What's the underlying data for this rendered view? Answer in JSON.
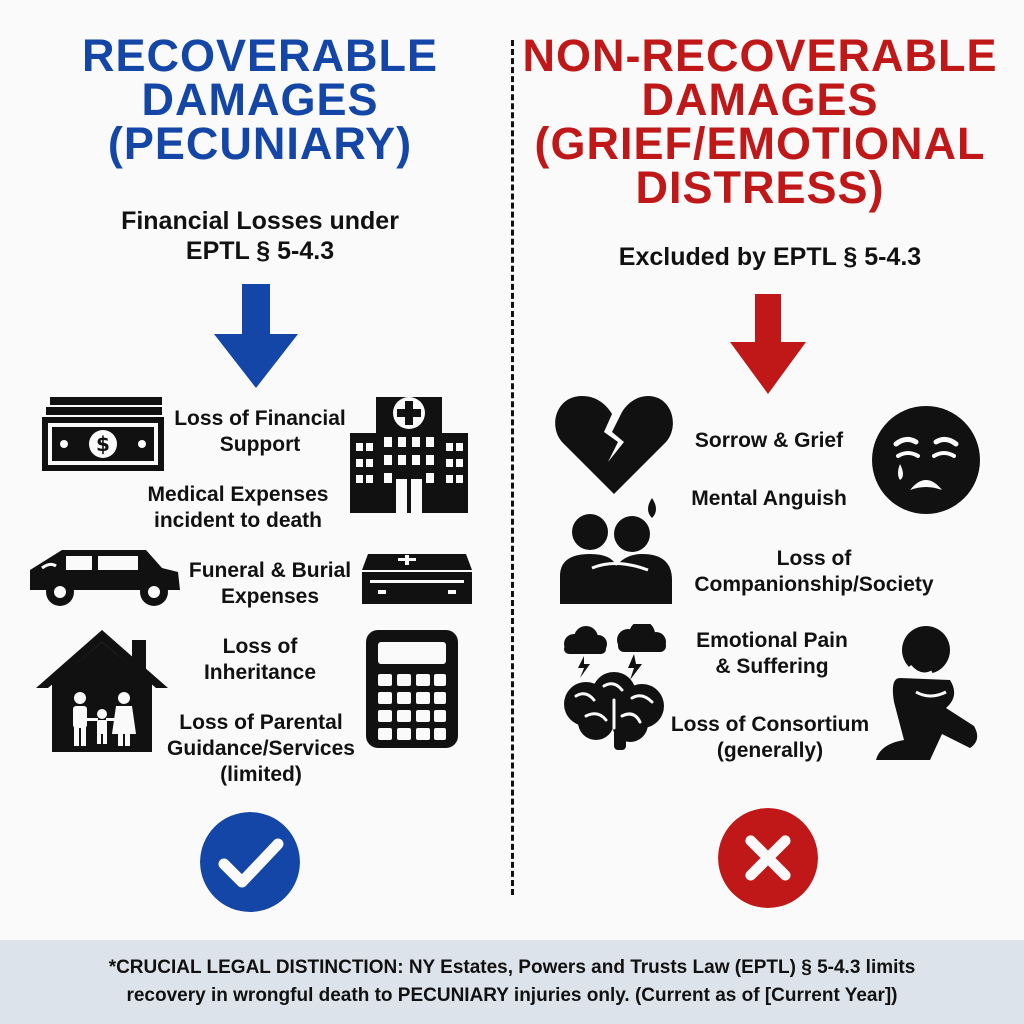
{
  "colors": {
    "recoverable": "#1346a6",
    "non_recoverable": "#c01818",
    "footer_bg": "#dde3ea"
  },
  "left": {
    "title_lines": [
      "RECOVERABLE",
      "DAMAGES",
      "(PECUNIARY)"
    ],
    "subtitle_lines": [
      "Financial Losses under",
      "EPTL § 5-4.3"
    ],
    "items": [
      {
        "lines": [
          "Loss of Financial",
          "Support"
        ],
        "icon": "money-bill-icon"
      },
      {
        "lines": [
          "Medical Expenses",
          "incident to death"
        ],
        "icon": "hospital-icon"
      },
      {
        "lines": [
          "Funeral & Burial",
          "Expenses"
        ],
        "icon": "hearse-icon"
      },
      {
        "lines": [
          "Loss of",
          "Inheritance"
        ],
        "icon": "casket-icon"
      },
      {
        "lines": [
          "Loss of Parental",
          "Guidance/Services",
          "(limited)"
        ],
        "icon": "family-house-icon"
      }
    ],
    "extra_icon": "calculator-icon",
    "badge_icon": "checkmark-icon"
  },
  "right": {
    "title_lines": [
      "NON-RECOVERABLE",
      "DAMAGES",
      "(GRIEF/EMOTIONAL",
      "DISTRESS)"
    ],
    "subtitle": "Excluded by EPTL § 5-4.3",
    "items": [
      {
        "lines": [
          "Sorrow & Grief"
        ],
        "icon": "broken-heart-icon"
      },
      {
        "lines": [
          "Mental Anguish"
        ],
        "icon": "crying-face-icon"
      },
      {
        "lines": [
          "Loss of",
          "Companionship/Society"
        ],
        "icon": "embracing-people-icon"
      },
      {
        "lines": [
          "Emotional Pain",
          "& Suffering"
        ],
        "icon": "stormy-brain-icon"
      },
      {
        "lines": [
          "Loss of Consortium",
          "(generally)"
        ],
        "icon": "sad-person-icon"
      }
    ],
    "badge_icon": "x-mark-icon"
  },
  "footer": {
    "lines": [
      "*CRUCIAL LEGAL DISTINCTION: NY Estates, Powers and Trusts Law (EPTL) § 5-4.3 limits",
      "recovery in wrongful death to PECUNIARY injuries only. (Current as of [Current Year])"
    ]
  }
}
